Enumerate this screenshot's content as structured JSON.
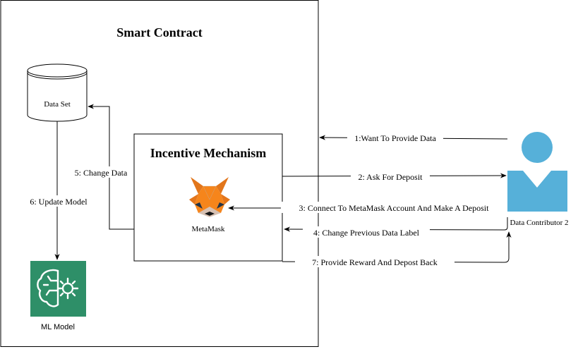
{
  "smart_contract": {
    "title": "Smart Contract"
  },
  "dataset": {
    "label": "Data Set"
  },
  "incentive": {
    "title": "Incentive Mechanism",
    "metamask_label": "MetaMask"
  },
  "ml_model": {
    "label": "ML Model"
  },
  "contributor": {
    "label": "Data Contributor 2"
  },
  "edges": {
    "e1": "1:Want To Provide Data",
    "e2": "2: Ask For Deposit",
    "e3": "3: Connect To MetaMask Account And Make A Deposit",
    "e4": "4: Change Previous Data Label",
    "e5": "5: Change Data",
    "e6": "6: Update Model",
    "e7": "7: Provide Reward And Depost Back"
  },
  "colors": {
    "contributor_blue": "#56b0d9",
    "ml_green": "#2e8f68",
    "metamask_orange": "#e2761b"
  },
  "icons": {
    "dataset": "cylinder-icon",
    "metamask": "metamask-fox-icon",
    "ml_model": "brain-gear-icon",
    "contributor": "person-icon"
  }
}
